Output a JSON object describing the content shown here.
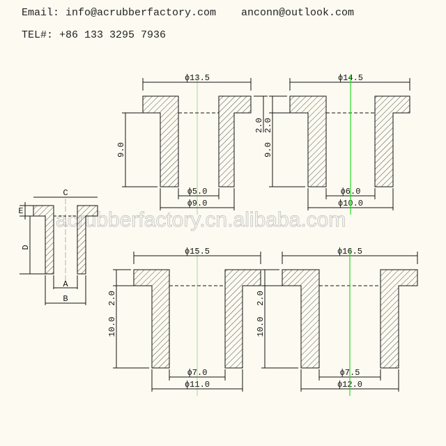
{
  "header": {
    "email_label": "Email: info@acrubberfactory.com",
    "email2": "anconn@outlook.com",
    "tel": "TEL#: +86 133 3295 7936"
  },
  "watermark": "acrubberfactory.cn.alibaba.com",
  "legend_drawing": {
    "labels": {
      "A": "A",
      "B": "B",
      "C": "C",
      "D": "D",
      "E": "E"
    }
  },
  "parts": [
    {
      "flange_dia": "ϕ13.5",
      "inner_dia": "ϕ5.0",
      "outer_dia": "ϕ9.0",
      "height": "9.0",
      "flange_thk": "2.0"
    },
    {
      "flange_dia": "ϕ14.5",
      "inner_dia": "ϕ6.0",
      "outer_dia": "ϕ10.0",
      "height": "9.0",
      "flange_thk": "2.0"
    },
    {
      "flange_dia": "ϕ15.5",
      "inner_dia": "ϕ7.0",
      "outer_dia": "ϕ11.0",
      "height": "10.0",
      "flange_thk": "2.0"
    },
    {
      "flange_dia": "ϕ16.5",
      "inner_dia": "ϕ7.5",
      "outer_dia": "ϕ12.0",
      "height": "10.0",
      "flange_thk": "2.0"
    }
  ],
  "colors": {
    "centerline": "#22dd22",
    "line": "#111111",
    "background": "#fdfbf1"
  }
}
